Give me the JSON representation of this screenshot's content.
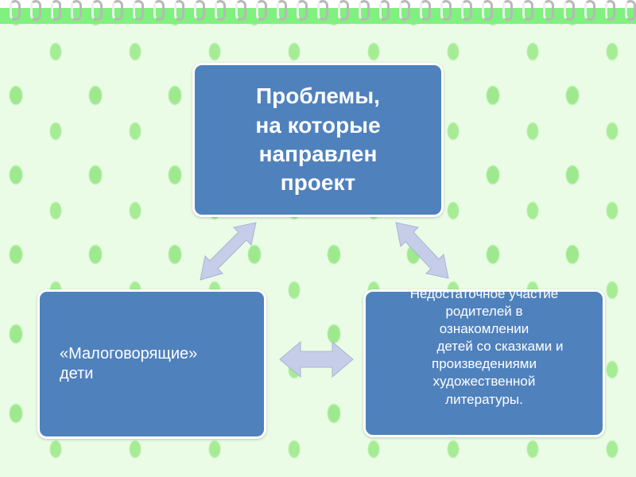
{
  "top_box": {
    "lines": [
      "Проблемы,",
      "на которые",
      "направлен",
      "проект"
    ]
  },
  "left_box": {
    "lines": [
      "«Малоговорящие»",
      "дети"
    ]
  },
  "right_box": {
    "lines": [
      "Недостаточное  участие",
      "родителей  в",
      "ознакомлении",
      "детей  со  сказками  и",
      "произведениями",
      "художественной",
      "литературы."
    ]
  },
  "colors": {
    "box": "#4f81bd",
    "arrow": "#c5cde8",
    "band": "#80f07e"
  }
}
